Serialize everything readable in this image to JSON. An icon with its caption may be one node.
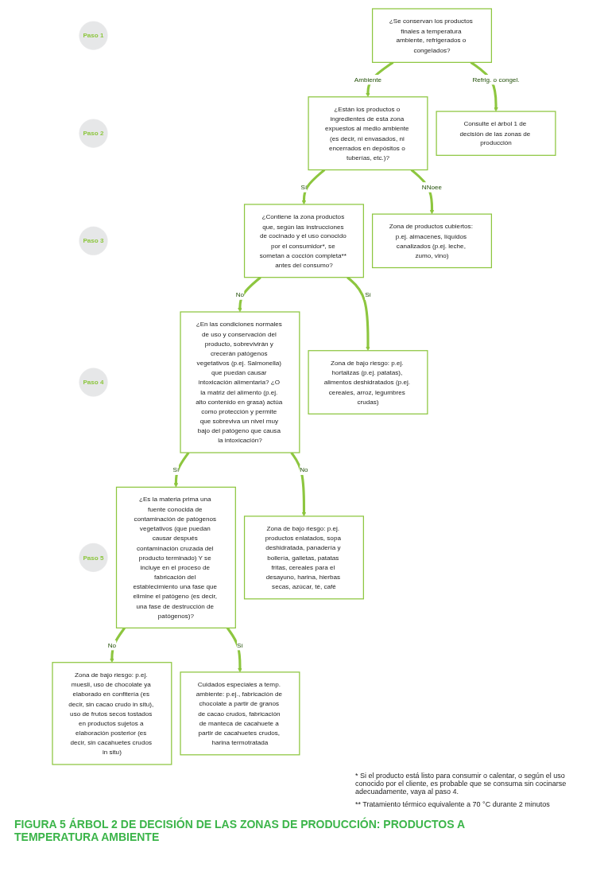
{
  "diagram": {
    "caption": "FIGURA 5 ÁRBOL 2 DE DECISIÓN DE LAS ZONAS DE PRODUCCIÓN: PRODUCTOS A TEMPERATURA AMBIENTE",
    "nodes": [
      {
        "text": [
          "Paso 1"
        ]
      },
      {
        "text": [
          "¿Se conservan los productos finales a temperatura ambiente, refrigerados o congelados?"
        ]
      },
      {
        "text": [
          "Consulte el árbol 1 de decisión de las zonas de producción"
        ]
      },
      {
        "text": [
          "Paso 2"
        ]
      },
      {
        "text": [
          "¿Están los productos o ingredientes de esta zona expuestos al medio ambiente (es decir, ni envasados, ni encerrados en depósitos o tuberías, etc.)?"
        ]
      },
      {
        "text": [
          "Zona de productos cubiertos: p.ej. almacenes, líquidos canalizados (p.ej. leche, zumo, vino)"
        ]
      },
      {
        "text": [
          "Paso 3"
        ]
      },
      {
        "text": [
          "¿Contiene la zona productos que, según las instrucciones de cocinado y el uso conocido por el consumidor*, se sometan a cocción completa** antes del consumo?"
        ]
      },
      {
        "text": [
          "Zona de bajo riesgo: p.ej. hortalizas (p.ej. patatas), alimentos deshidratados (p.ej. cereales, arroz, legumbres crudas)"
        ]
      },
      {
        "text": [
          "Paso 4"
        ]
      },
      {
        "text": [
          "¿En las condiciones normales de uso y conservación del producto, sobrevivirán y crecerán patógenos vegetativos (p.ej. Salmonella) que puedan causar intoxicación alimentaria? ¿O la matriz del alimento (p.ej. alto contenido en grasa) actúa como protección y permite que sobreviva un nivel muy bajo del patógeno que causa la intoxicación?"
        ]
      },
      {
        "text": [
          "Zona de bajo riesgo: p.ej. productos enlatados, sopa deshidratada, panadería y bollería, galletas, patatas fritas, cereales para el desayuno, harina, hierbas secas, azúcar, té, café"
        ]
      },
      {
        "text": [
          "Paso 5"
        ]
      },
      {
        "text": [
          "¿Es la materia prima una fuente conocida de contaminación de patógenos vegetativos (que puedan causar después contaminación cruzada del producto terminado) Y se incluye en el proceso de fabricación del establecimiento una fase que elimine el patógeno (es decir, una fase de destrucción de patógenos)?"
        ]
      },
      {
        "text": [
          "Zona de bajo riesgo: p.ej. muesli, uso de chocolate ya elaborado en confitería (es decir, sin cacao crudo in situ), uso de frutos secos tostados en productos sujetos a elaboración posterior (es decir, sin cacahuetes crudos in situ)"
        ]
      },
      {
        "text": [
          "Cuidados especiales a temp. ambiente: p.ej., fabricación de chocolate a partir de granos de cacao crudos, fabricación de manteca de cacahuete a partir de cacahuetes crudos, harina termotratada"
        ]
      }
    ],
    "edges": [
      {
        "from": 1,
        "to": 2,
        "arrow": "to",
        "label": "Refrig. o congel."
      },
      {
        "from": 1,
        "to": 4,
        "arrow": "to",
        "label": "Ambiente"
      },
      {
        "from": 4,
        "to": 5,
        "arrow": "to",
        "label": "NNoee"
      },
      {
        "from": 4,
        "to": 7,
        "arrow": "to",
        "label": "Sí"
      },
      {
        "from": 7,
        "to": 8,
        "arrow": "to",
        "label": "Sí"
      },
      {
        "from": 7,
        "to": 10,
        "arrow": "to",
        "label": "No"
      },
      {
        "from": 10,
        "to": 11,
        "arrow": "to",
        "label": "No"
      },
      {
        "from": 10,
        "to": 13,
        "arrow": "to",
        "label": "Sí"
      },
      {
        "from": 13,
        "to": 14,
        "arrow": "to",
        "label": "No"
      },
      {
        "from": 13,
        "to": 15,
        "arrow": "to",
        "label": "Sí"
      }
    ],
    "labels": [
      "* Si el producto está listo para consumir o calentar, o según el uso conocido por el cliente, es probable que se consuma sin cocinarse adecuadamente, vaya al paso 4.",
      "** Tratamiento térmico equivalente a 70 °C durante 2 minutos"
    ]
  }
}
